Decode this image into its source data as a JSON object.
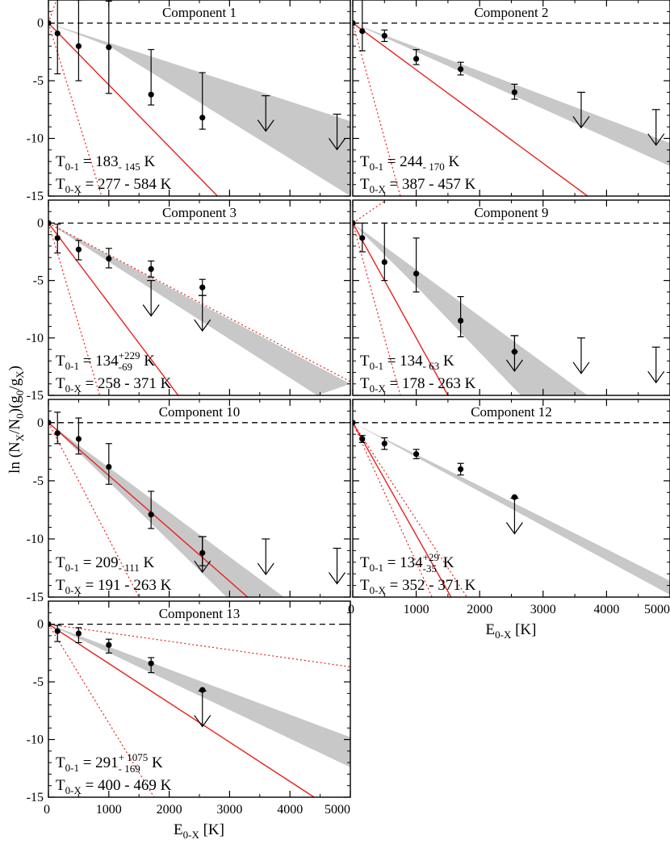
{
  "figure": {
    "ylabel_parts": [
      "ln (N",
      "X",
      "/N",
      "0",
      ")(g",
      "0",
      "/g",
      "X",
      ")"
    ],
    "xlabel_parts": [
      "E",
      "0-X",
      "  [K]"
    ],
    "x_ticks": [
      "0",
      "1000",
      "2000",
      "3000",
      "4000",
      "5000"
    ],
    "y_ticks": [
      "0",
      "-5",
      "-10",
      "-15"
    ],
    "colors": {
      "band": "#c8c8c8",
      "fit": "#e8201c",
      "data": "#000000",
      "zero_line": "#000000"
    }
  },
  "chart_data": [
    {
      "type": "scatter",
      "title": "Component 1",
      "xlim": [
        0,
        5000
      ],
      "ylim": [
        -15,
        2
      ],
      "points": [
        {
          "x": 0,
          "y": 0
        },
        {
          "x": 150,
          "y": -0.9,
          "err": [
            3.5,
            3.6
          ]
        },
        {
          "x": 500,
          "y": -2.0,
          "err": [
            3.0,
            4.0
          ]
        },
        {
          "x": 1000,
          "y": -2.1,
          "err": [
            4.0,
            4.0
          ]
        },
        {
          "x": 1700,
          "y": -6.2,
          "err": [
            0.9,
            3.9
          ]
        },
        {
          "x": 2550,
          "y": -8.2,
          "err": [
            1.0,
            3.9
          ]
        }
      ],
      "upper_limits": [
        {
          "x": 3600,
          "y": -6.3
        },
        {
          "x": 4780,
          "y": -7.9
        }
      ],
      "band_upper": [
        [
          0,
          0
        ],
        [
          5000,
          -8.5
        ]
      ],
      "band_lower": [
        [
          0,
          0
        ],
        [
          1000,
          -2.0
        ],
        [
          5000,
          -15.0
        ]
      ],
      "fit_line": [
        [
          0,
          0
        ],
        [
          2800,
          -15.0
        ]
      ],
      "dotted_lines": [
        [
          [
            0,
            0
          ],
          [
            880,
            -15.0
          ]
        ],
        [
          [
            0,
            0
          ],
          [
            200,
            3.0
          ]
        ]
      ],
      "annotations": [
        {
          "parts": [
            "T",
            "0-1",
            " = 183",
            "- 145",
            "  K"
          ]
        },
        {
          "parts": [
            "T",
            "0-X",
            " = 277 -  584 K"
          ]
        }
      ]
    },
    {
      "type": "scatter",
      "title": "Component 2",
      "xlim": [
        0,
        5000
      ],
      "ylim": [
        -15,
        2
      ],
      "points": [
        {
          "x": 0,
          "y": 0
        },
        {
          "x": 150,
          "y": -0.7,
          "err": [
            1.7,
            3.0
          ]
        },
        {
          "x": 500,
          "y": -1.1,
          "err": [
            0.5,
            0.5
          ]
        },
        {
          "x": 1000,
          "y": -3.1,
          "err": [
            0.5,
            0.8
          ]
        },
        {
          "x": 1700,
          "y": -4.0,
          "err": [
            0.5,
            0.6
          ]
        },
        {
          "x": 2550,
          "y": -6.0,
          "err": [
            0.6,
            0.7
          ]
        }
      ],
      "upper_limits": [
        {
          "x": 3600,
          "y": -6.0
        },
        {
          "x": 4780,
          "y": -7.5
        }
      ],
      "band_upper": [
        [
          0,
          0
        ],
        [
          5000,
          -10.4
        ]
      ],
      "band_lower": [
        [
          0,
          0
        ],
        [
          5000,
          -12.4
        ]
      ],
      "fit_line": [
        [
          0,
          0
        ],
        [
          3700,
          -15.0
        ]
      ],
      "dotted_lines": [
        [
          [
            0,
            0
          ],
          [
            750,
            -15.0
          ]
        ]
      ],
      "annotations": [
        {
          "parts": [
            "T",
            "0-1",
            " = 244",
            "- 170",
            "  K"
          ]
        },
        {
          "parts": [
            "T",
            "0-X",
            " = 387 -  457 K"
          ]
        }
      ]
    },
    {
      "type": "scatter",
      "title": "Component 3",
      "xlim": [
        0,
        5000
      ],
      "ylim": [
        -15,
        2
      ],
      "points": [
        {
          "x": 0,
          "y": 0
        },
        {
          "x": 150,
          "y": -1.3,
          "err": [
            1.3,
            1.2
          ]
        },
        {
          "x": 500,
          "y": -2.3,
          "err": [
            0.9,
            0.8
          ]
        },
        {
          "x": 1000,
          "y": -3.1,
          "err": [
            0.8,
            0.9
          ]
        },
        {
          "x": 1700,
          "y": -4.0,
          "err": [
            0.7,
            0.7
          ]
        },
        {
          "x": 2550,
          "y": -5.6,
          "err": [
            0.7,
            0.7
          ]
        }
      ],
      "upper_limits": [
        {
          "x": 1700,
          "y": -5.0
        },
        {
          "x": 2550,
          "y": -6.3
        }
      ],
      "band_upper": [
        [
          0,
          0
        ],
        [
          5000,
          -14.0
        ]
      ],
      "band_lower": [
        [
          0,
          0
        ],
        [
          4450,
          -15.0
        ]
      ],
      "fit_line": [
        [
          0,
          0
        ],
        [
          2150,
          -15.0
        ]
      ],
      "dotted_lines": [
        [
          [
            0,
            0
          ],
          [
            5000,
            -13.8
          ]
        ],
        [
          [
            0,
            0
          ],
          [
            850,
            -15.0
          ]
        ]
      ],
      "annotations": [
        {
          "parts": [
            "T",
            "0-1",
            " = 134",
            "+229",
            "-69",
            "  K"
          ]
        },
        {
          "parts": [
            "T",
            "0-X",
            " = 258 -  371 K"
          ]
        }
      ]
    },
    {
      "type": "scatter",
      "title": "Component 9",
      "xlim": [
        0,
        5000
      ],
      "ylim": [
        -15,
        2
      ],
      "points": [
        {
          "x": 0,
          "y": 0
        },
        {
          "x": 150,
          "y": -1.3,
          "err": [
            1.2,
            1.3
          ]
        },
        {
          "x": 500,
          "y": -3.4,
          "err": [
            1.6,
            3.4
          ]
        },
        {
          "x": 1000,
          "y": -4.4,
          "err": [
            1.6,
            3.1
          ]
        },
        {
          "x": 1700,
          "y": -8.5,
          "err": [
            1.4,
            2.1
          ]
        },
        {
          "x": 2550,
          "y": -11.2,
          "err": [
            0.0,
            1.4
          ]
        }
      ],
      "upper_limits": [
        {
          "x": 2550,
          "y": -9.8
        },
        {
          "x": 3600,
          "y": -10.0
        },
        {
          "x": 4780,
          "y": -10.8
        }
      ],
      "band_upper": [
        [
          0,
          0
        ],
        [
          3700,
          -15.0
        ]
      ],
      "band_lower": [
        [
          0,
          0
        ],
        [
          1000,
          -5.5
        ],
        [
          2650,
          -15.0
        ]
      ],
      "fit_line": [
        [
          0,
          0
        ],
        [
          1500,
          -15.0
        ]
      ],
      "dotted_lines": [
        [
          [
            0,
            0
          ],
          [
            750,
            -15.0
          ]
        ],
        [
          [
            0,
            0
          ],
          [
            500,
            1.9
          ]
        ]
      ],
      "annotations": [
        {
          "parts": [
            "T",
            "0-1",
            " = 134",
            "- 63",
            "  K"
          ]
        },
        {
          "parts": [
            "T",
            "0-X",
            " = 178 -  263 K"
          ]
        }
      ]
    },
    {
      "type": "scatter",
      "title": "Component 10",
      "xlim": [
        0,
        5000
      ],
      "ylim": [
        -15,
        2
      ],
      "points": [
        {
          "x": 0,
          "y": 0
        },
        {
          "x": 150,
          "y": -0.9,
          "err": [
            0.9,
            1.8
          ]
        },
        {
          "x": 500,
          "y": -1.4,
          "err": [
            1.3,
            1.8
          ]
        },
        {
          "x": 1000,
          "y": -3.8,
          "err": [
            1.5,
            2.0
          ]
        },
        {
          "x": 1700,
          "y": -7.9,
          "err": [
            1.2,
            2.0
          ]
        },
        {
          "x": 2550,
          "y": -11.2,
          "err": [
            1.1,
            1.4
          ]
        }
      ],
      "upper_limits": [
        {
          "x": 2550,
          "y": -9.8
        },
        {
          "x": 3600,
          "y": -10.0
        },
        {
          "x": 4780,
          "y": -10.8
        }
      ],
      "band_upper": [
        [
          0,
          0
        ],
        [
          3900,
          -15.0
        ]
      ],
      "band_lower": [
        [
          0,
          0
        ],
        [
          2950,
          -15.0
        ]
      ],
      "fit_line": [
        [
          0,
          0
        ],
        [
          3300,
          -15.0
        ]
      ],
      "dotted_lines": [
        [
          [
            0,
            0
          ],
          [
            1500,
            -15.0
          ]
        ]
      ],
      "annotations": [
        {
          "parts": [
            "T",
            "0-1",
            " = 209",
            "- 111",
            "  K"
          ]
        },
        {
          "parts": [
            "T",
            "0-X",
            " = 191 -  263 K"
          ]
        }
      ]
    },
    {
      "type": "scatter",
      "title": "Component 12",
      "xlim": [
        0,
        5000
      ],
      "ylim": [
        -15,
        2
      ],
      "points": [
        {
          "x": 0,
          "y": 0
        },
        {
          "x": 150,
          "y": -1.4,
          "err": [
            0.3,
            0.3
          ]
        },
        {
          "x": 500,
          "y": -1.8,
          "err": [
            0.5,
            0.5
          ]
        },
        {
          "x": 1000,
          "y": -2.7,
          "err": [
            0.4,
            0.4
          ]
        },
        {
          "x": 1700,
          "y": -4.0,
          "err": [
            0.5,
            0.5
          ]
        },
        {
          "x": 2550,
          "y": -6.4,
          "err": [
            0.0,
            0.0
          ]
        }
      ],
      "upper_limits": [
        {
          "x": 2550,
          "y": -6.5
        }
      ],
      "band_upper": [
        [
          0,
          0
        ],
        [
          5000,
          -13.6
        ]
      ],
      "band_lower": [
        [
          0,
          0
        ],
        [
          5000,
          -14.8
        ]
      ],
      "fit_line": [
        [
          0,
          0
        ],
        [
          1550,
          -15.0
        ]
      ],
      "dotted_lines": [
        [
          [
            0,
            0
          ],
          [
            1250,
            -15.0
          ]
        ],
        [
          [
            0,
            0
          ],
          [
            1800,
            -15.0
          ]
        ]
      ],
      "annotations": [
        {
          "parts": [
            "T",
            "0-1",
            " = 134",
            "+29",
            "-35",
            "  K"
          ]
        },
        {
          "parts": [
            "T",
            "0-X",
            " = 352 -  371 K"
          ]
        }
      ]
    },
    {
      "type": "scatter",
      "title": "Component 13",
      "xlim": [
        0,
        5000
      ],
      "ylim": [
        -15,
        2
      ],
      "x_ticks_shown": true,
      "points": [
        {
          "x": 0,
          "y": 0
        },
        {
          "x": 150,
          "y": -0.6,
          "err": [
            0.9,
            0.5
          ]
        },
        {
          "x": 500,
          "y": -0.8,
          "err": [
            0.8,
            0.5
          ]
        },
        {
          "x": 1000,
          "y": -1.8,
          "err": [
            0.7,
            0.5
          ]
        },
        {
          "x": 1700,
          "y": -3.4,
          "err": [
            0.8,
            0.5
          ]
        },
        {
          "x": 2550,
          "y": -5.7,
          "err": [
            0.0,
            0.0
          ]
        }
      ],
      "upper_limits": [
        {
          "x": 2550,
          "y": -5.8
        }
      ],
      "band_upper": [
        [
          0,
          0
        ],
        [
          5000,
          -9.8
        ]
      ],
      "band_lower": [
        [
          0,
          0
        ],
        [
          5000,
          -12.4
        ]
      ],
      "fit_line": [
        [
          0,
          0
        ],
        [
          4400,
          -15.0
        ]
      ],
      "dotted_lines": [
        [
          [
            0,
            0
          ],
          [
            5000,
            -3.7
          ]
        ],
        [
          [
            0,
            0
          ],
          [
            1750,
            -15.0
          ]
        ]
      ],
      "annotations": [
        {
          "parts": [
            "T",
            "0-1",
            " = 291",
            "+ 1075",
            "- 169",
            " K"
          ]
        },
        {
          "parts": [
            "T",
            "0-X",
            " = 400 -  469 K"
          ]
        }
      ]
    }
  ]
}
